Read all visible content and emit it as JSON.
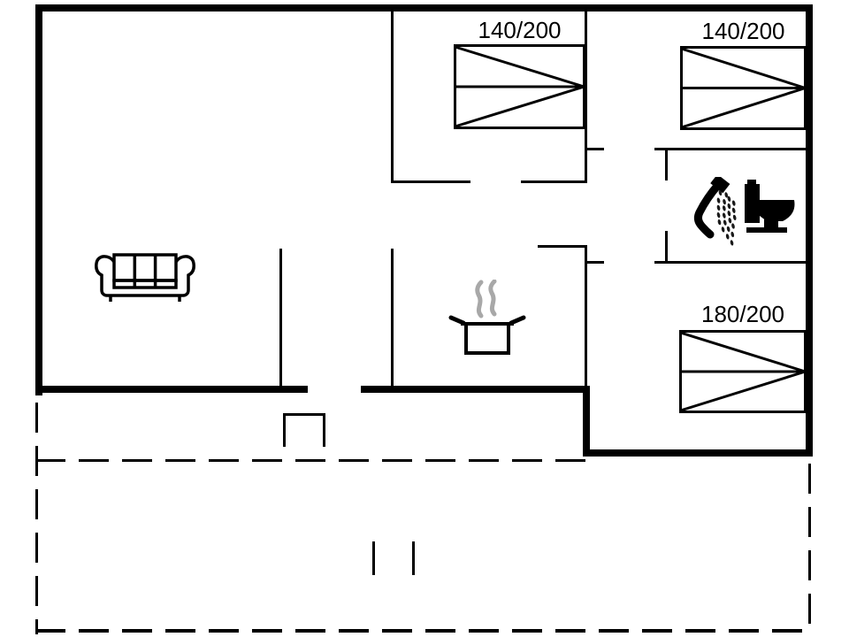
{
  "floorplan": {
    "type": "house-floor-plan",
    "colors": {
      "wall": "#000000",
      "background": "#ffffff",
      "steam": "#a8a8a8",
      "droplet": "#1a1a1a"
    },
    "beds": [
      {
        "room": "bedroom-top-middle",
        "label": "140/200"
      },
      {
        "room": "bedroom-top-right",
        "label": "140/200"
      },
      {
        "room": "bedroom-bottom-right",
        "label": "180/200"
      }
    ],
    "icons": [
      "sofa-icon",
      "cooking-pot-icon",
      "steam-icon",
      "shower-icon",
      "toilet-icon"
    ],
    "outline_styles": {
      "exterior_wall": "solid-thick",
      "interior_wall": "solid-thin",
      "terrace": "dashed"
    }
  }
}
